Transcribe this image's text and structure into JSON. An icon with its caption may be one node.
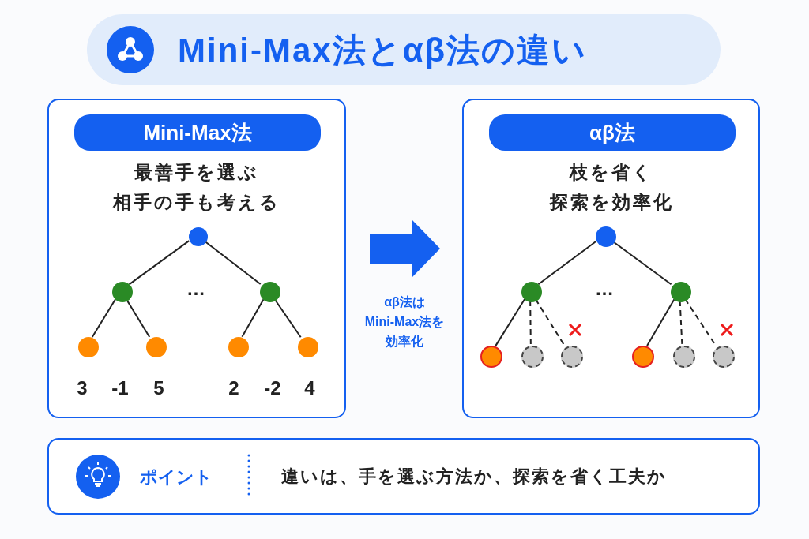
{
  "diagram": {
    "title": "Mini-Max法とαβ法の違い",
    "nodes": [
      {
        "text": [
          "Mini-Max法",
          "最善手を選ぶ相手の手も考える"
        ]
      },
      {
        "text": [
          "αβ法",
          "枝を省く探索を効率化"
        ]
      },
      {
        "text": [],
        "shape": "circle",
        "in": 0
      },
      {
        "text": [],
        "shape": "circle",
        "in": 0
      },
      {
        "text": [],
        "shape": "circle",
        "in": 0
      },
      {
        "text": [],
        "shape": "circle",
        "in": 0
      },
      {
        "text": [],
        "shape": "circle",
        "in": 0
      },
      {
        "text": [],
        "shape": "circle",
        "in": 0
      },
      {
        "text": [],
        "shape": "circle",
        "in": 0
      },
      {
        "text": [],
        "shape": "circle",
        "in": 1
      },
      {
        "text": [],
        "shape": "circle",
        "in": 1
      },
      {
        "text": [],
        "shape": "circle",
        "in": 1
      },
      {
        "text": [],
        "shape": "circle",
        "in": 1
      },
      {
        "text": [],
        "shape": "circle",
        "in": 1
      },
      {
        "text": [],
        "shape": "circle",
        "in": 1
      },
      {
        "text": [],
        "shape": "circle",
        "in": 1
      },
      {
        "text": [],
        "shape": "circle",
        "in": 1
      },
      {
        "text": [],
        "shape": "circle",
        "in": 1
      },
      {
        "text": [
          "ポイント",
          "違いは、手を選ぶ方法か、探索を省く工夫か"
        ]
      }
    ],
    "edges": [
      {
        "from": 2,
        "to": 3,
        "arrow": "none"
      },
      {
        "from": 2,
        "to": 4,
        "arrow": "none"
      },
      {
        "from": 3,
        "to": 5,
        "arrow": "none"
      },
      {
        "from": 3,
        "to": 6,
        "arrow": "none"
      },
      {
        "from": 4,
        "to": 7,
        "arrow": "none"
      },
      {
        "from": 4,
        "to": 8,
        "arrow": "none"
      },
      {
        "from": 9,
        "to": 10,
        "arrow": "none"
      },
      {
        "from": 9,
        "to": 11,
        "arrow": "none"
      },
      {
        "from": 10,
        "to": 12,
        "arrow": "none"
      },
      {
        "from": 10,
        "to": 13,
        "arrow": "none",
        "style": "dashed"
      },
      {
        "from": 10,
        "to": 14,
        "arrow": "none",
        "style": "dashed"
      },
      {
        "from": 11,
        "to": 15,
        "arrow": "none"
      },
      {
        "from": 11,
        "to": 16,
        "arrow": "none",
        "style": "dashed"
      },
      {
        "from": 11,
        "to": 17,
        "arrow": "none",
        "style": "dashed"
      },
      {
        "from": 0,
        "to": 1,
        "arrow": "to",
        "label": "αβ法はMini-Max法を効率化",
        "style": "thick",
        "color": "#1460f0"
      }
    ],
    "labels": [
      "…",
      "…",
      "3",
      "-1",
      "5",
      "2",
      "-2",
      "4"
    ]
  }
}
